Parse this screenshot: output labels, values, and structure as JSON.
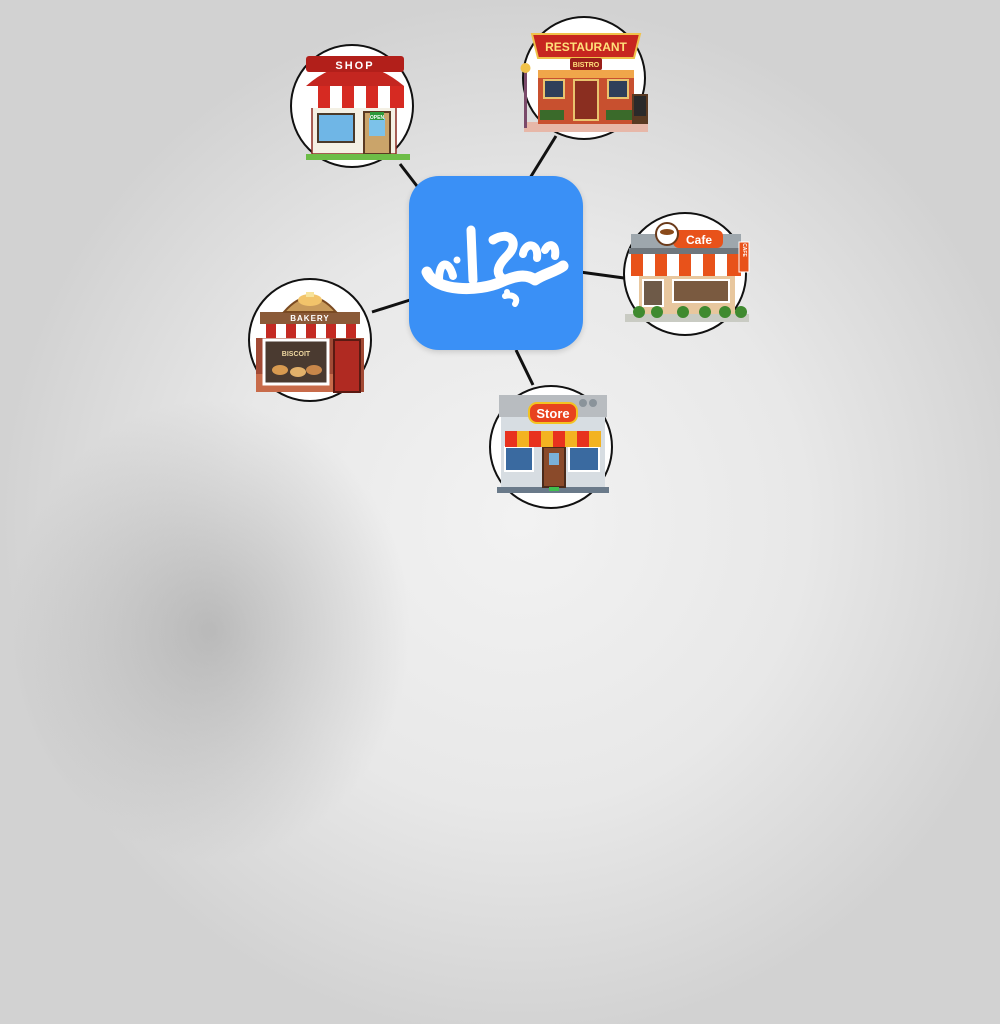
{
  "hub": {
    "logo": "سوک",
    "color": "#3a90f6",
    "icon": "brand-logo"
  },
  "nodes": [
    {
      "id": "shop",
      "label": "SHOP",
      "tag": "OPEN",
      "icon": "shop-storefront"
    },
    {
      "id": "restaurant",
      "label": "RESTAURANT",
      "sublabel": "BISTRO",
      "icon": "restaurant-storefront"
    },
    {
      "id": "cafe",
      "label": "Cafe",
      "side_sign": "CAFE",
      "icon": "cafe-storefront"
    },
    {
      "id": "bakery",
      "label": "BAKERY",
      "window_text": "BISCOIT",
      "icon": "bakery-storefront"
    },
    {
      "id": "store",
      "label": "Store",
      "icon": "store-storefront"
    }
  ]
}
